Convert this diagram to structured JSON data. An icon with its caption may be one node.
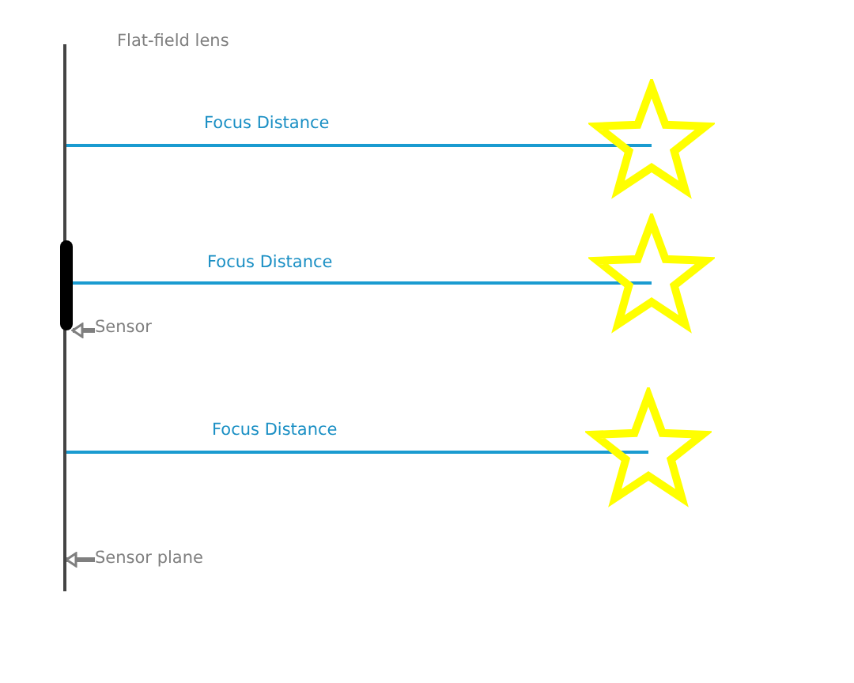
{
  "diagram": {
    "nodes": [
      {
        "text": [],
        "shape": "bar",
        "beside": [
          "Flat-field lens"
        ]
      },
      {
        "text": [],
        "shape": "bar"
      },
      {
        "text": [
          "Sensor"
        ]
      },
      {
        "text": [
          "Sensor plane"
        ]
      },
      {
        "text": [],
        "shape": "star"
      },
      {
        "text": [],
        "shape": "star"
      },
      {
        "text": [],
        "shape": "star"
      }
    ],
    "edges": [
      {
        "from": 0,
        "to": 4,
        "arrow": "none",
        "label": "Focus Distance",
        "color": "#1a9bd0"
      },
      {
        "from": 1,
        "to": 5,
        "arrow": "none",
        "label": "Focus Distance",
        "color": "#1a9bd0"
      },
      {
        "from": 0,
        "to": 6,
        "arrow": "none",
        "label": "Focus Distance",
        "color": "#1a9bd0"
      },
      {
        "from": 2,
        "to": 1,
        "arrow": "to",
        "color": "#7f7f7f"
      },
      {
        "from": 3,
        "to": 0,
        "arrow": "to",
        "color": "#7f7f7f"
      }
    ]
  }
}
